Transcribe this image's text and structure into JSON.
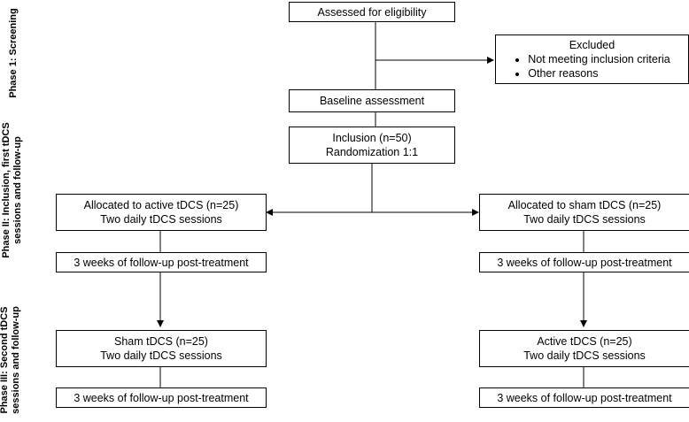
{
  "phases": {
    "phase1": [
      "Phase 1: Screening"
    ],
    "phase2": [
      "Phase II: Inclusion, first tDCS",
      "sessions and follow-up"
    ],
    "phase3": [
      "Phase III: Second tDCS",
      "sessions and follow-up"
    ]
  },
  "boxes": {
    "assessed": "Assessed for eligibility",
    "excluded": {
      "title": "Excluded",
      "items": [
        "Not meeting inclusion criteria",
        "Other reasons"
      ]
    },
    "baseline": "Baseline assessment",
    "inclusion": [
      "Inclusion (n=50)",
      "Randomization 1:1"
    ],
    "alloc_active": [
      "Allocated to active tDCS (n=25)",
      "Two daily tDCS sessions"
    ],
    "alloc_sham": [
      "Allocated to sham tDCS (n=25)",
      "Two daily tDCS sessions"
    ],
    "followup_left_1": "3 weeks of follow-up post-treatment",
    "followup_right_1": "3 weeks of follow-up post-treatment",
    "sham_second": [
      "Sham tDCS (n=25)",
      "Two daily tDCS sessions"
    ],
    "active_second": [
      "Active tDCS (n=25)",
      "Two daily tDCS sessions"
    ],
    "followup_left_2": "3 weeks of follow-up post-treatment",
    "followup_right_2": "3 weeks of follow-up post-treatment"
  }
}
